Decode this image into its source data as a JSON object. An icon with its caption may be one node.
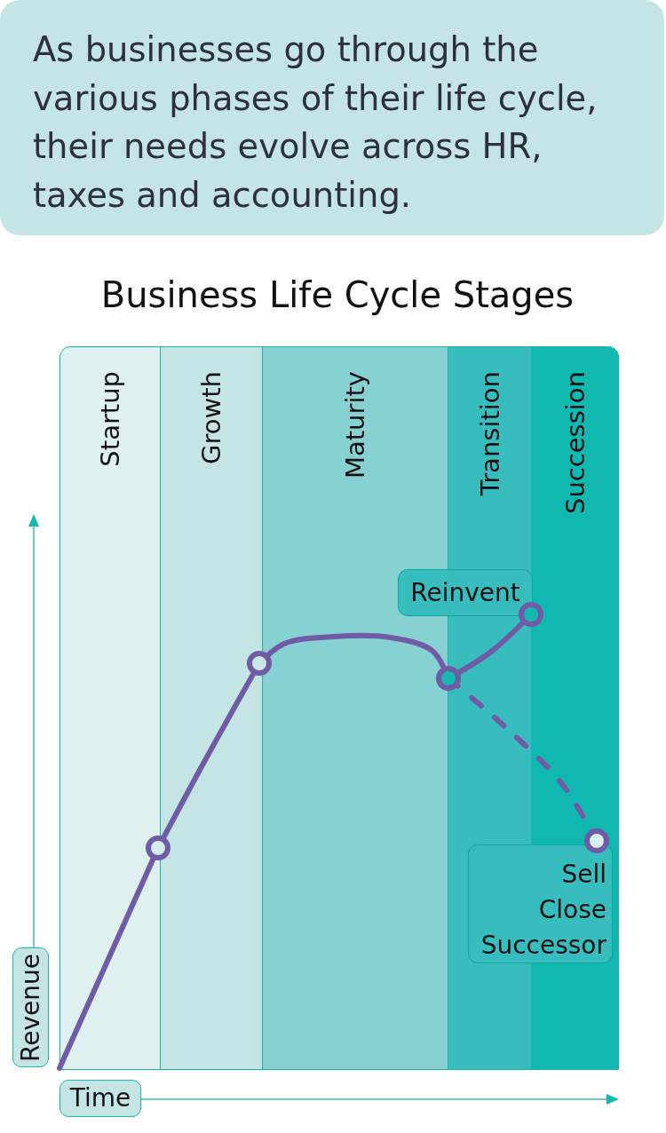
{
  "diagram": {
    "title": "Business Life Cycle Stages",
    "nodes": [
      {
        "text": [
          "As businesses go through the various phases of their life cycle, their needs evolve across HR, taxes and accounting."
        ]
      },
      {
        "text": [
          "Startup"
        ]
      },
      {
        "text": [
          "Growth"
        ]
      },
      {
        "text": [
          "Maturity"
        ]
      },
      {
        "text": [
          "Transition"
        ]
      },
      {
        "text": [
          "Succession"
        ]
      },
      {
        "text": [
          "Reinvent"
        ]
      },
      {
        "text": [
          "Sell",
          "Close",
          "Successor"
        ]
      },
      {
        "text": [
          "Revenue"
        ]
      },
      {
        "text": [
          "Time"
        ]
      }
    ]
  }
}
